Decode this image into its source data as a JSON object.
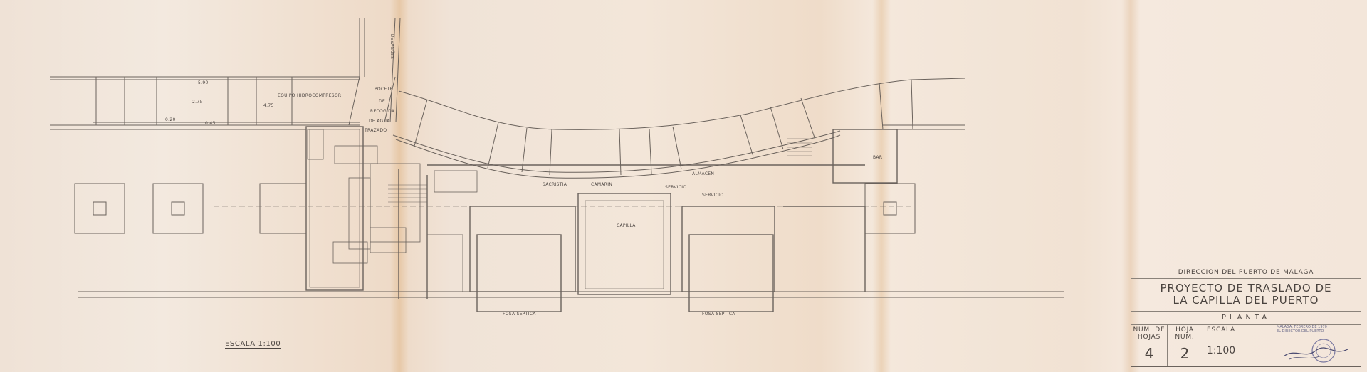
{
  "title_block": {
    "authority": "DIRECCION DEL PUERTO DE MALAGA",
    "project_line1": "PROYECTO DE TRASLADO DE",
    "project_line2": "LA CAPILLA DEL PUERTO",
    "sheet_title": "PLANTA",
    "num_hojas_label_1": "NUM. DE",
    "num_hojas_label_2": "HOJAS",
    "num_hojas_value": "4",
    "hoja_label_1": "HOJA",
    "hoja_label_2": "NUM.",
    "hoja_value": "2",
    "escala_label": "ESCALA",
    "escala_value": "1:100",
    "date_line": "MALAGA, FEBRERO DE 1970",
    "director_line": "EL DIRECTOR DEL PUERTO"
  },
  "scale_note": "ESCALA  1:100",
  "room_labels": {
    "equipo": "EQUIPO HIDROCOMPRESOR",
    "pocete": "POCETE",
    "de": "DE",
    "recogida": "RECOGIDA",
    "de_agua": "DE AGUA",
    "tirador": "TRAZADO",
    "sacristia": "SACRISTIA",
    "camarin": "CAMARIN",
    "servicio": "SERVICIO",
    "almacen": "ALMACEN",
    "servicio2": "SERVICIO",
    "capilla": "CAPILLA",
    "fosa1": "FOSA SEPTICA",
    "fosa2": "FOSA SEPTICA",
    "bar": "BAR",
    "desagues": "DESAGÜES"
  },
  "dimensions": {
    "d1": "5.90",
    "d2": "2.75",
    "d3": "4.75",
    "d4": "0.20",
    "d5": "0.45"
  },
  "colors": {
    "ink": "#6a625c",
    "paper": "#f2e6da",
    "stamp": "#6b6a8a"
  }
}
